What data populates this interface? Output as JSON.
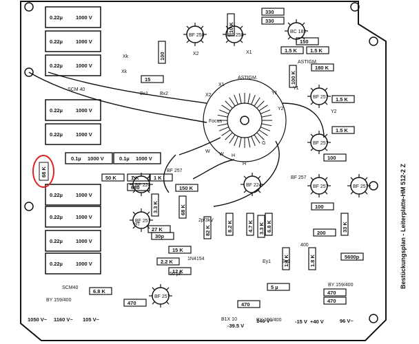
{
  "title": "Bestückungsplan - Leiterplatte-HM 512-2 Z",
  "highlight": {
    "label": "68 K",
    "color": "#d22"
  },
  "capacitors_left": [
    {
      "value": "0.22µ",
      "rating": "1000 V"
    },
    {
      "value": "0.22µ",
      "rating": "1000 V"
    },
    {
      "value": "0.22µ",
      "rating": "1000 V"
    },
    {
      "value": "0.22µ",
      "rating": "1000 V"
    },
    {
      "value": "0.22µ",
      "rating": "1000 V"
    },
    {
      "value": "0.22µ",
      "rating": "1000 V"
    },
    {
      "value": "0.22µ",
      "rating": "1000 V"
    },
    {
      "value": "0.22µ",
      "rating": "1000 V"
    },
    {
      "value": "0.22µ",
      "rating": "1000 V"
    }
  ],
  "caps_mid": [
    {
      "value": "0.1µ",
      "rating": "1000 V"
    },
    {
      "value": "0.1µ",
      "rating": "1000 V"
    }
  ],
  "resistors": [
    "330",
    "330",
    "10 K",
    "1.5 K",
    "100",
    "150",
    "1.5 K",
    "180 K",
    "1.5 K",
    "1.5 K",
    "100",
    "100 K",
    "15",
    "1 K",
    "50 K",
    "1 K",
    "680",
    "3.3 K",
    "27 K",
    "30p",
    "15 K",
    "2.2 K",
    "12 K",
    "470",
    "470",
    "470",
    "470",
    "6.8 K",
    "5600p",
    "200",
    "100",
    "150 K",
    "1.8 K",
    "1.8 K",
    "8.2 K",
    "4.7 K",
    "5 µ",
    "33 K",
    "68 K",
    "82 K",
    "3.3 K",
    "6.8 K"
  ],
  "transistors": [
    "BF 258",
    "BF 258",
    "BF 257",
    "BF 257",
    "BF 257",
    "BF 257",
    "BF 257",
    "BF 257",
    "BF 224",
    "BF 224",
    "BC 182"
  ],
  "crt_labels": {
    "focus": "Focus",
    "astig": "ASTIGM.",
    "x1": "X1",
    "x2": "X2",
    "y1": "Y1",
    "y2": "Y2",
    "w1": "W",
    "w2": "W",
    "h1": "H",
    "h2": "H",
    "g": "G"
  },
  "misc_labels": [
    "SCM 40",
    "Bx2",
    "Bx1",
    "Xk",
    "Xk",
    "X1",
    "X2",
    "Y1",
    "Y2",
    "ASTIGM.",
    "HT",
    "BY 159/400",
    "BY 159/400",
    "BY 159/400",
    "SCM40",
    "BF 257",
    "BF 257",
    "Ey1",
    "Ey1",
    "1N4154",
    "2p/3kV",
    "B1X 10",
    "50 µF",
    "400"
  ],
  "bottom_rails": [
    "1050 V~",
    "1160 V~",
    "105 V~",
    "-39.5 V",
    "146 V~",
    "-15 V",
    "+40 V",
    "96 V~"
  ]
}
